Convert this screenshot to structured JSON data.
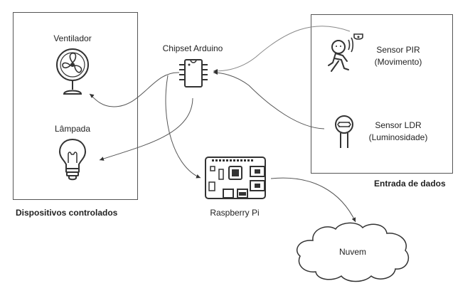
{
  "controlled": {
    "title": "Dispositivos controlados",
    "fan_label": "Ventilador",
    "lamp_label": "Lâmpada"
  },
  "input": {
    "title": "Entrada de dados",
    "pir_label_1": "Sensor PIR",
    "pir_label_2": "(Movimento)",
    "ldr_label_1": "Sensor LDR",
    "ldr_label_2": "(Luminosidade)"
  },
  "chipset_label": "Chipset Arduino",
  "raspberry_label": "Raspberry Pi",
  "cloud_label": "Nuvem"
}
